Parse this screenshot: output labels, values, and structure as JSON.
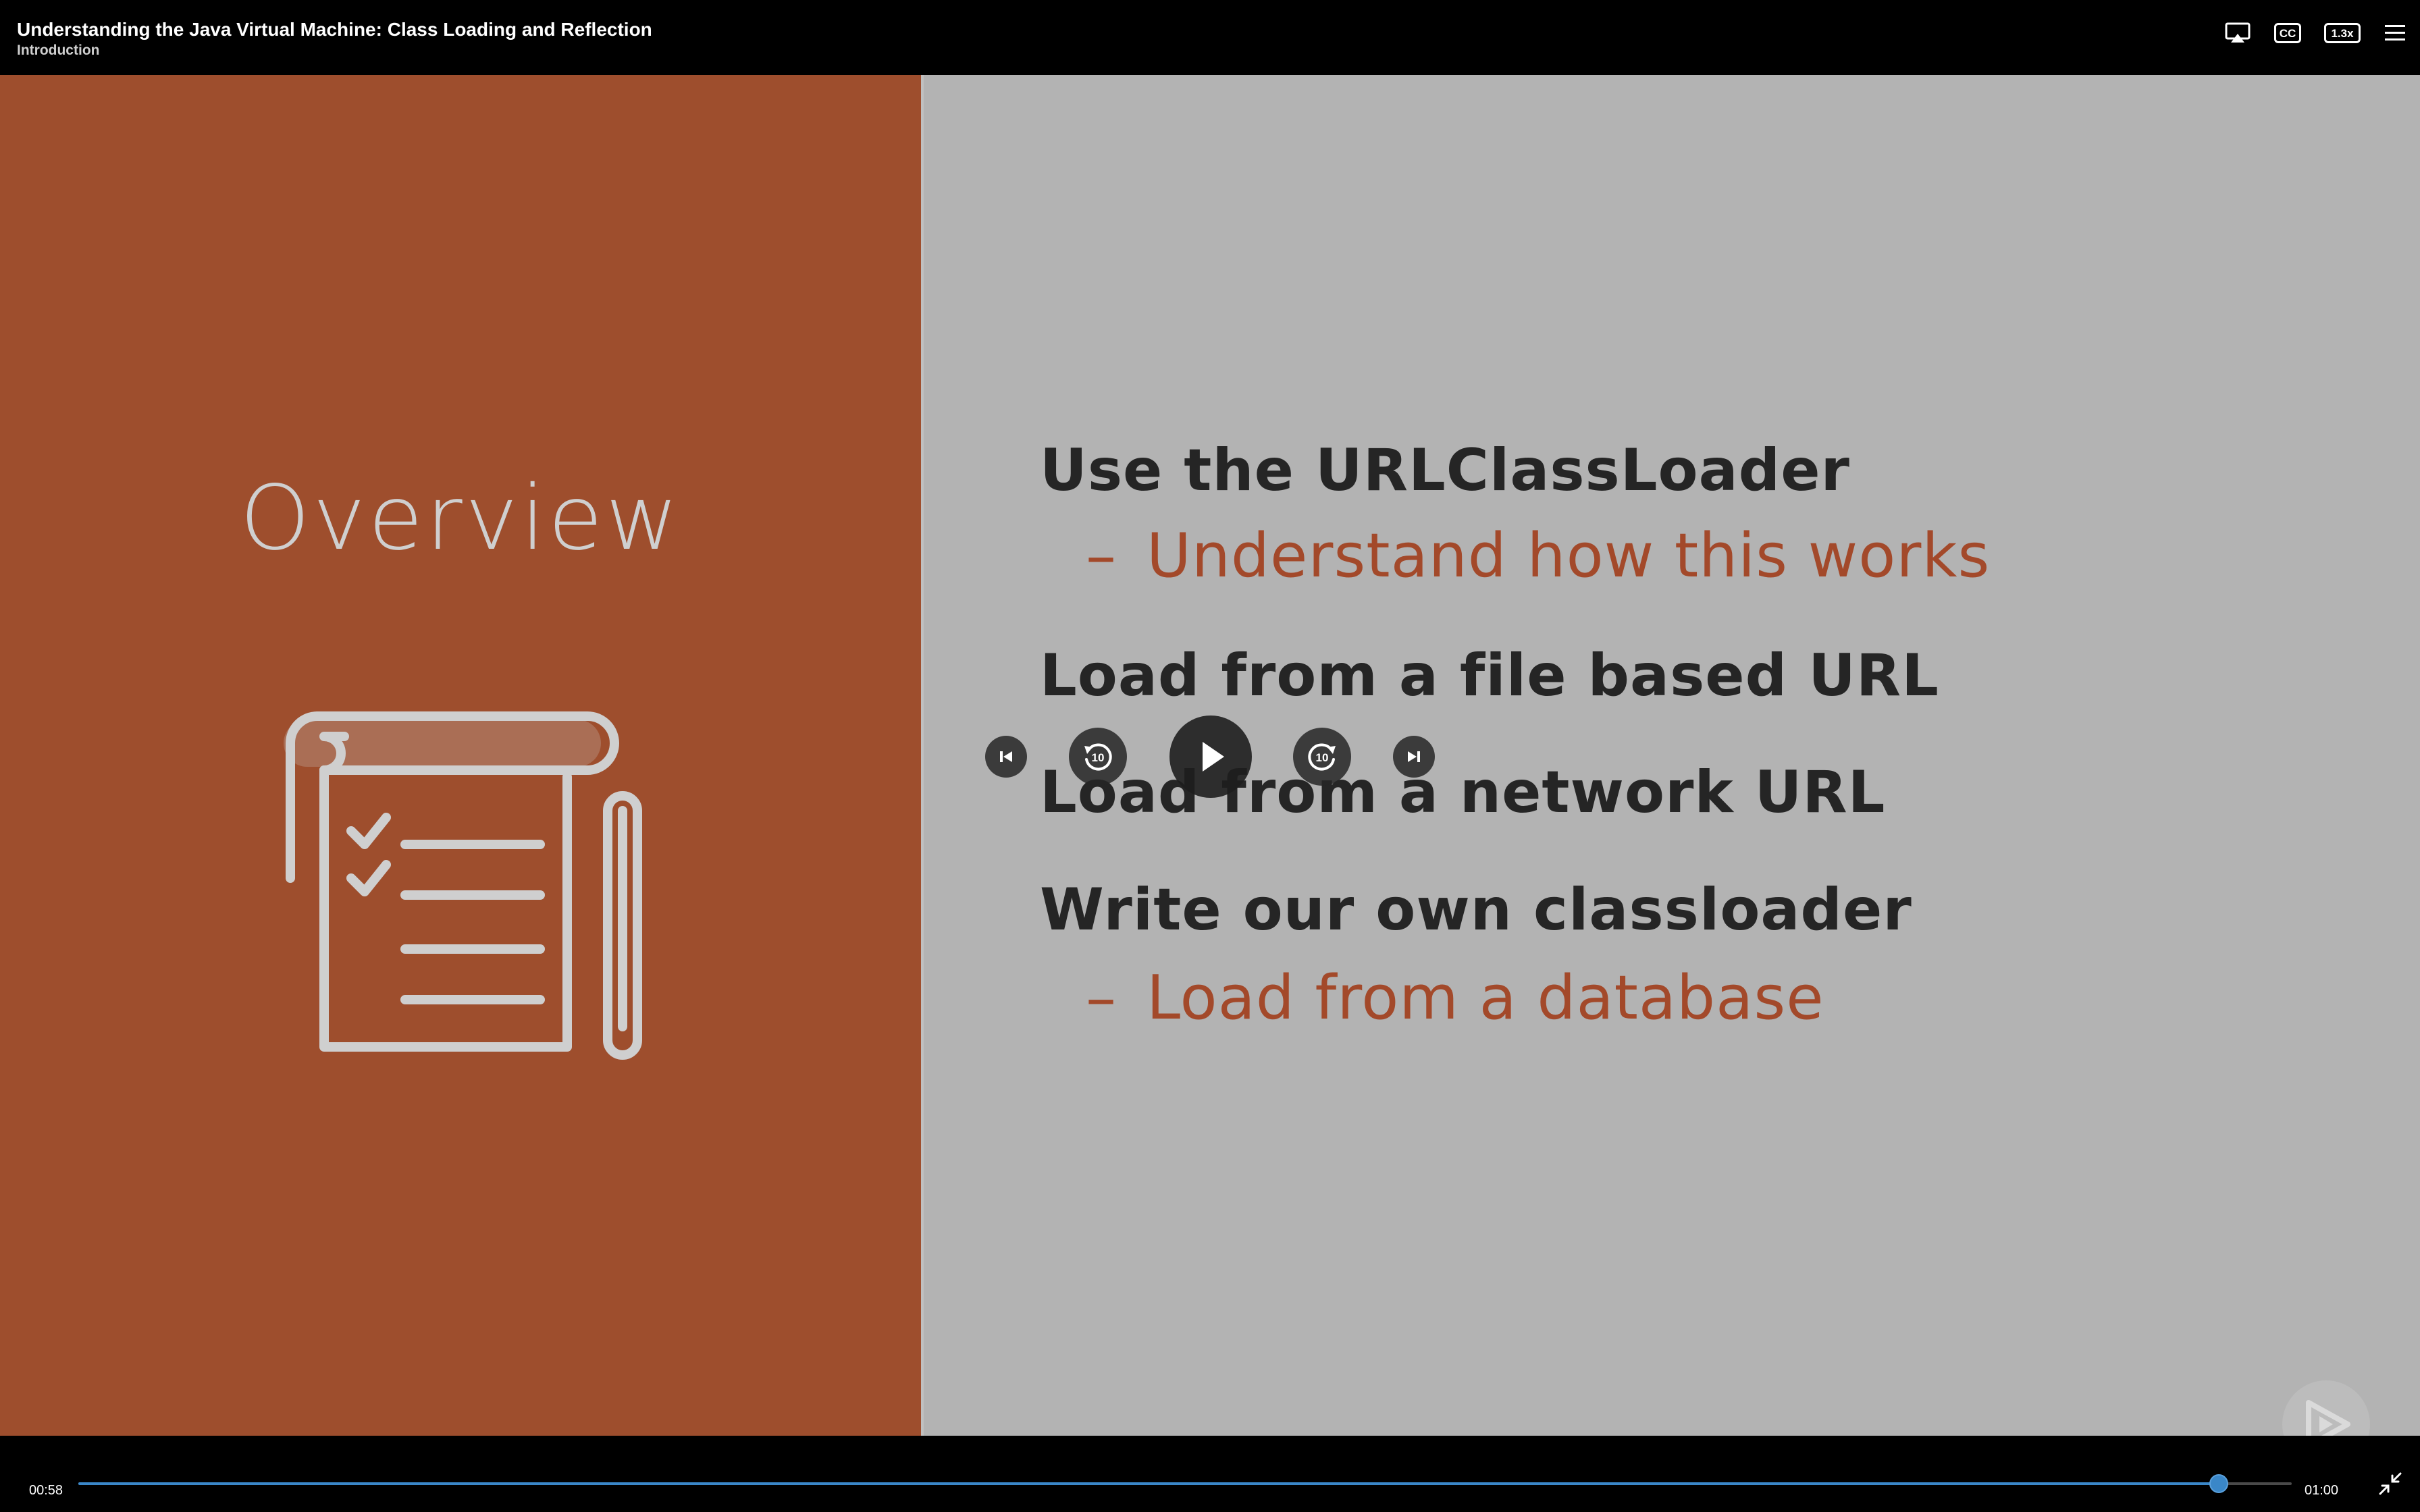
{
  "header": {
    "course_title": "Understanding the Java Virtual Machine: Class Loading and Reflection",
    "module_title": "Introduction",
    "icons": [
      "airplay-icon",
      "closed-captions-icon",
      "playback-speed-icon",
      "menu-icon"
    ],
    "cc_label": "CC",
    "speed_label": "1.3x"
  },
  "slide": {
    "title": "Overview",
    "colors": {
      "left_panel": "#9e4e2d",
      "right_panel": "#b3b3b3",
      "bullet_text": "#252525",
      "sub_bullet_text": "#a3492a"
    },
    "bullets": [
      {
        "text": "Use the URLClassLoader",
        "sub": "Understand how this works"
      },
      {
        "text": "Load from a file based URL"
      },
      {
        "text": "Load from a network URL"
      },
      {
        "text": "Write our own classloader",
        "sub": "Load from a database"
      }
    ],
    "sub_dash": "–"
  },
  "controls": {
    "previous_icon": "skip-previous-icon",
    "rewind_icon": "rewind-10-icon",
    "play_icon": "play-icon",
    "forward_icon": "forward-10-icon",
    "next_icon": "skip-next-icon",
    "seek_seconds": "10"
  },
  "player": {
    "current_time": "00:58",
    "total_time": "01:00",
    "progress_fraction": 0.967,
    "accent_color": "#3a87c8"
  }
}
